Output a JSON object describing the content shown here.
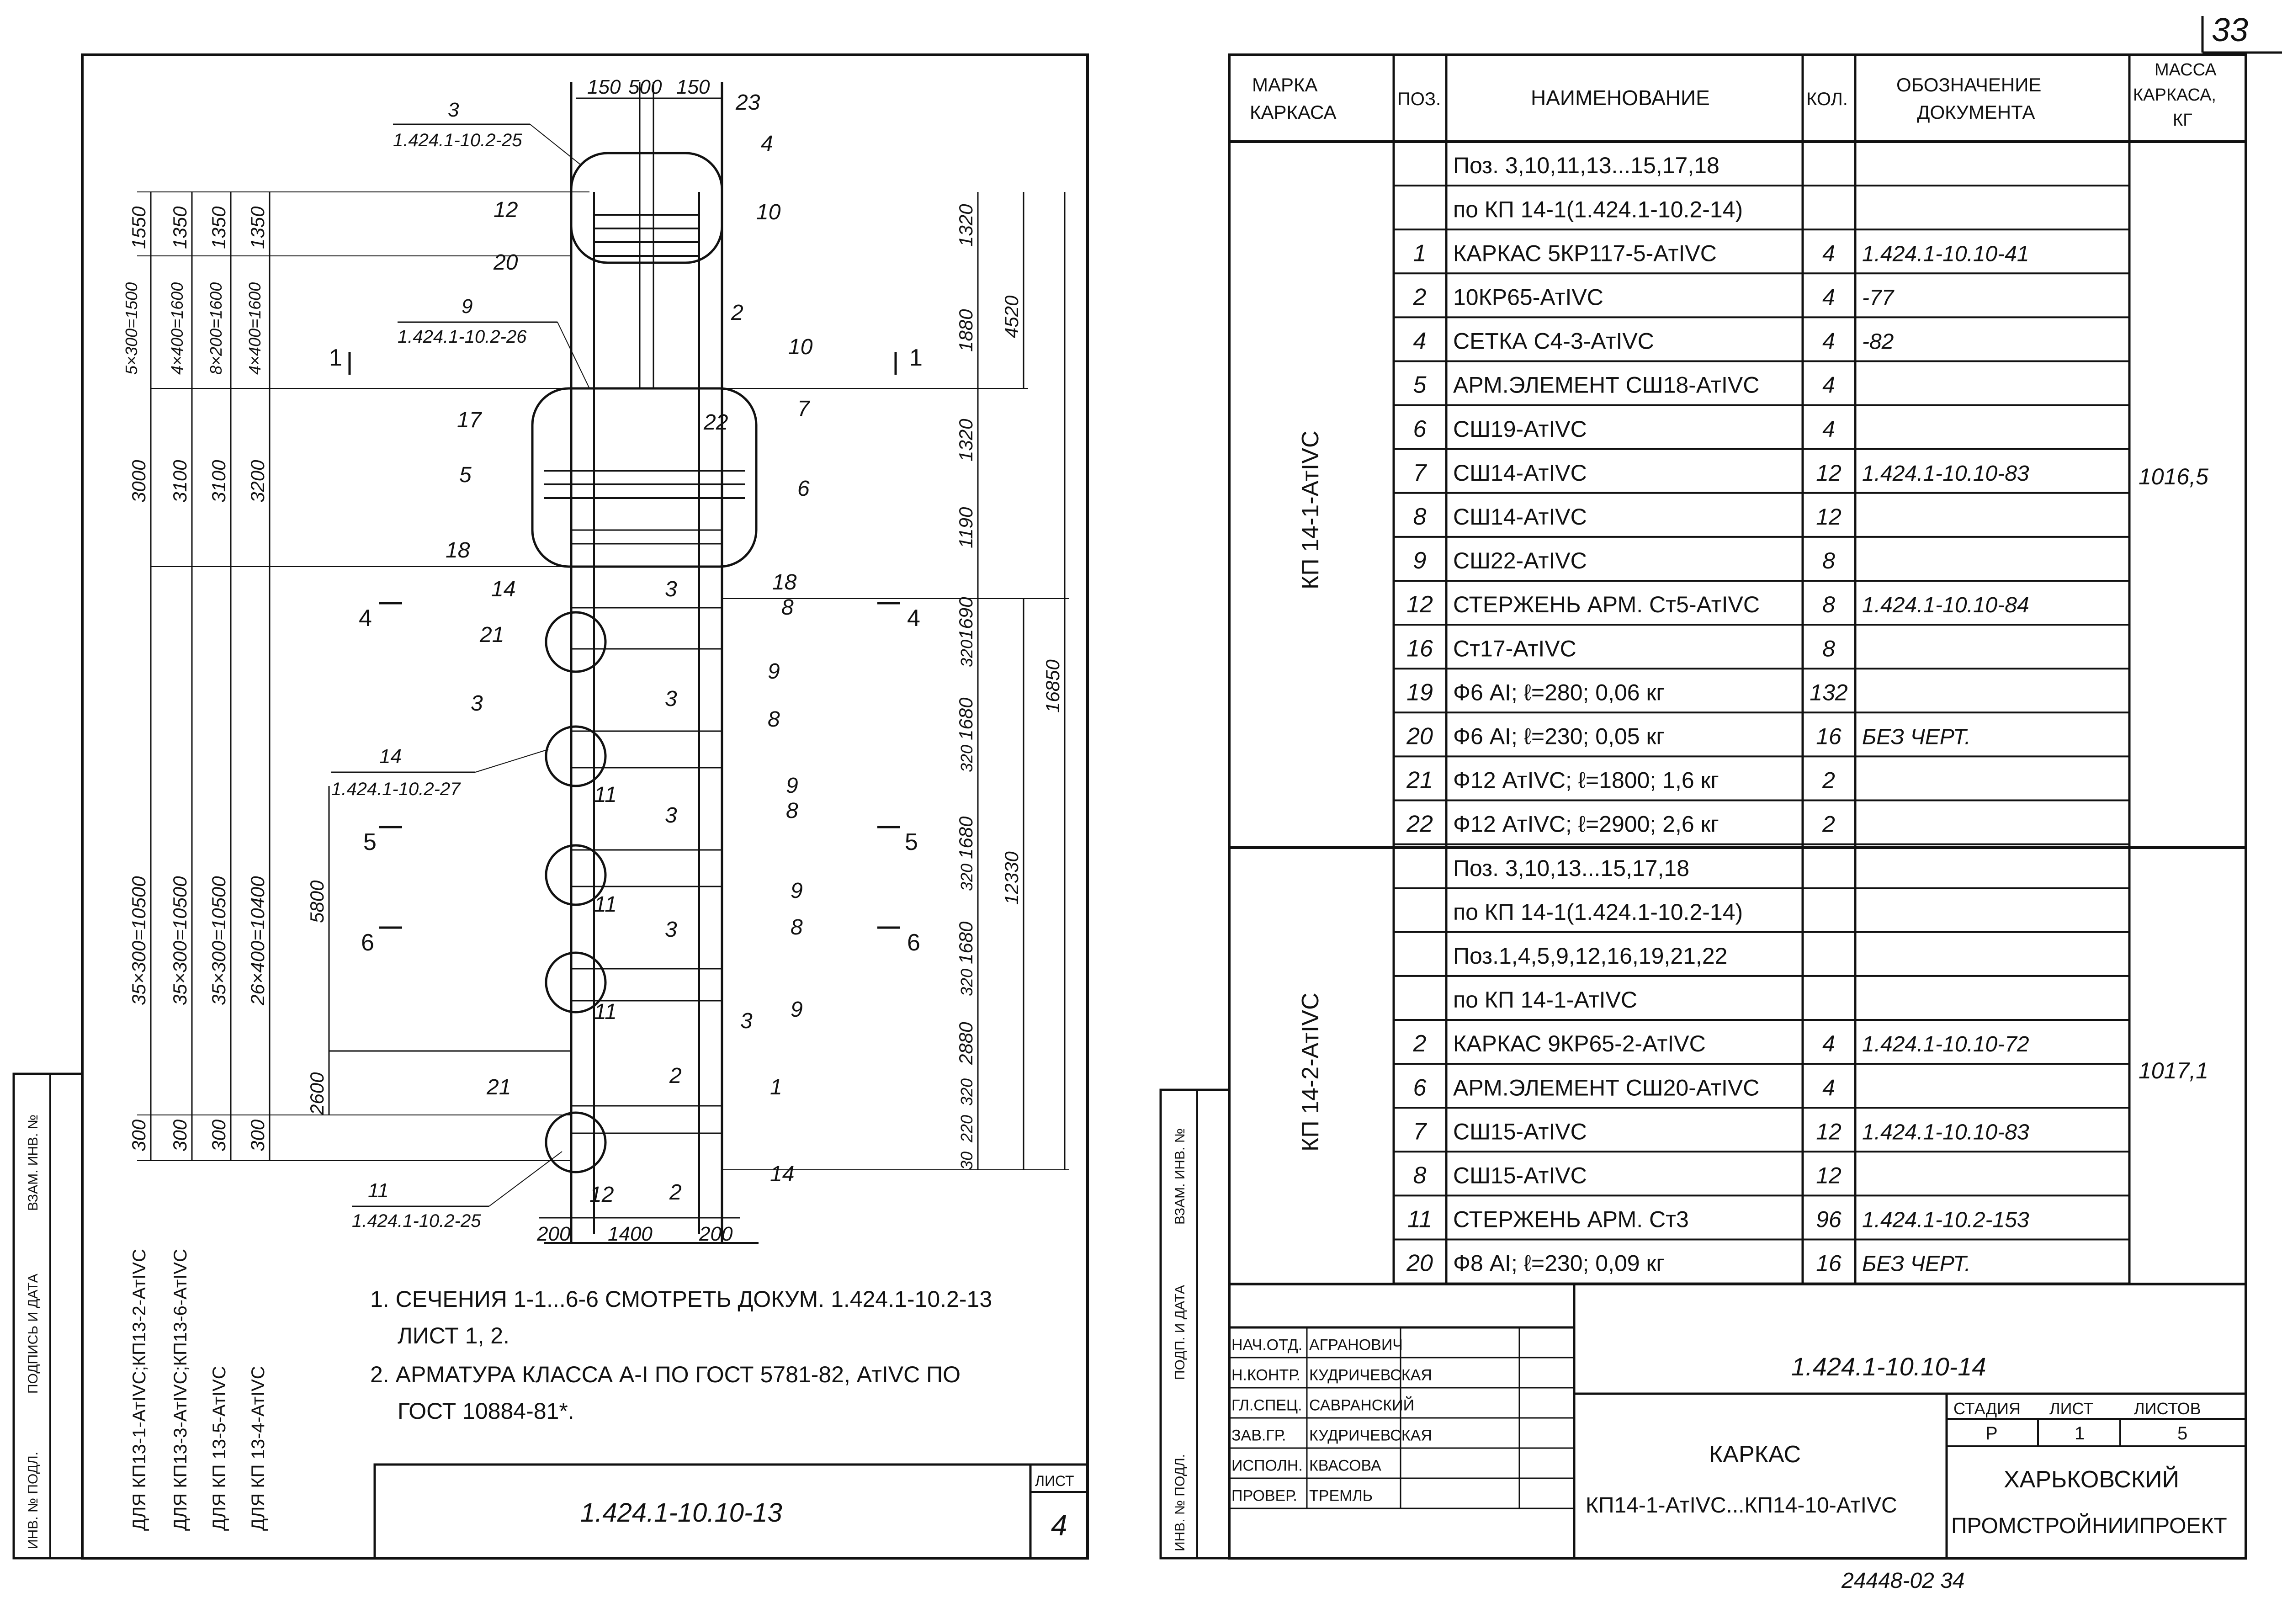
{
  "corner_sheet": "33",
  "left_sheet": {
    "top_dims": [
      "150",
      "500",
      "150"
    ],
    "ref_3": {
      "num": "3",
      "doc": "1.424.1-10.2-25"
    },
    "ref_9": {
      "num": "9",
      "doc": "1.424.1-10.2-26"
    },
    "ref_14": {
      "num": "14",
      "doc": "1.424.1-10.2-27"
    },
    "ref_11": {
      "num": "11",
      "doc": "1.424.1-10.2-25"
    },
    "pos_labels": {
      "p23": "23",
      "p4": "4",
      "p12": "12",
      "p10a": "10",
      "p20": "20",
      "p2": "2",
      "p10b": "10",
      "p17": "17",
      "p22": "22",
      "p7": "7",
      "p5": "5",
      "p6": "6",
      "p18a": "18",
      "p18b": "18",
      "p14a": "14",
      "p21a": "21",
      "p3a": "3",
      "p3b": "3",
      "p8a": "8",
      "p9a": "9",
      "p8b": "8",
      "p11a": "11",
      "p3c": "3",
      "p9b": "9",
      "p8c": "8",
      "p11b": "11",
      "p3d": "3",
      "p9c": "9",
      "p8d": "8",
      "p11c": "11",
      "p3e": "3",
      "p9d": "9",
      "p21b": "21",
      "p2b": "2",
      "p1": "1",
      "p12b": "12",
      "p2c": "2",
      "p14b": "14",
      "p3f": "3"
    },
    "section_marks": [
      "1",
      "1",
      "4",
      "4",
      "5",
      "5",
      "6",
      "6"
    ],
    "right_dims": [
      "1320",
      "1880",
      "1320",
      "1190",
      "1690",
      "320",
      "1680",
      "320",
      "1680",
      "320",
      "1680",
      "320",
      "2880",
      "320",
      "220",
      "30"
    ],
    "right_totals": [
      "4520",
      "16850",
      "12330"
    ],
    "bottom_dims": [
      "200",
      "1400",
      "200"
    ],
    "mid_dims": [
      "5800",
      "2600"
    ],
    "col_dims": {
      "c1": [
        "5×300=1500",
        "3000",
        "35×300=10500",
        "300"
      ],
      "c2": [
        "1350",
        "4×400=1600",
        "3100",
        "35×300=10500",
        "300"
      ],
      "c3": [
        "1350",
        "8×200=1600",
        "3100",
        "35×300=10500",
        "300"
      ],
      "c4": [
        "1350",
        "4×400=1600",
        "3200",
        "26×400=10400",
        "300"
      ],
      "top0": "1550"
    },
    "for_labels": [
      "ДЛЯ КП13-1-АтIVС;КП13-2-АтIVС",
      "ДЛЯ КП13-3-АтIVС;КП13-6-АтIVС",
      "ДЛЯ КП 13-5-АтIVС",
      "ДЛЯ КП 13-4-АтIVС"
    ],
    "notes": [
      "1. СЕЧЕНИЯ 1-1...6-6 СМОТРЕТЬ ДОКУМ. 1.424.1-10.2-13",
      "ЛИСТ 1, 2.",
      "2. АРМАТУРА КЛАССА А-I ПО ГОСТ 5781-82, АтIVС ПО",
      "ГОСТ 10884-81*."
    ],
    "stamp_doc": "1.424.1-10.10-13",
    "sheet_label": "ЛИСТ",
    "sheet_number": "4",
    "side_strip": [
      "ИНВ. № ПОДЛ.",
      "ПОДПИСЬ И ДАТА",
      "ВЗАМ. ИНВ. №"
    ]
  },
  "right_sheet": {
    "headers": [
      "МАРКА КАРКАСА",
      "ПОЗ.",
      "НАИМЕНОВАНИЕ",
      "КОЛ.",
      "ОБОЗНАЧЕНИЕ ДОКУМЕНТА",
      "МАССА КАРКАСА, КГ"
    ],
    "groups": [
      {
        "mark": "КП 14-1-АтIVС",
        "mass": "1016,5"
      },
      {
        "mark": "КП 14-2-АтIVС",
        "mass": "1017,1"
      }
    ],
    "rows": [
      {
        "pos": "",
        "name": "Поз. 3,10,11,13...15,17,18",
        "qty": "",
        "doc": ""
      },
      {
        "pos": "",
        "name": "по КП 14-1(1.424.1-10.2-14)",
        "qty": "",
        "doc": ""
      },
      {
        "pos": "1",
        "name": "КАРКАС    5КР117-5-АтIVС",
        "qty": "4",
        "doc": "1.424.1-10.10-41"
      },
      {
        "pos": "2",
        "name": "10КР65-АтIVС",
        "qty": "4",
        "doc": "-77"
      },
      {
        "pos": "4",
        "name": "СЕТКА     С4-3-АтIVС",
        "qty": "4",
        "doc": "-82"
      },
      {
        "pos": "5",
        "name": "АРМ.ЭЛЕМЕНТ СШ18-АтIVС",
        "qty": "4",
        "doc": ""
      },
      {
        "pos": "6",
        "name": "СШ19-АтIVС",
        "qty": "4",
        "doc": ""
      },
      {
        "pos": "7",
        "name": "СШ14-АтIVС",
        "qty": "12",
        "doc": "1.424.1-10.10-83"
      },
      {
        "pos": "8",
        "name": "СШ14-АтIVС",
        "qty": "12",
        "doc": ""
      },
      {
        "pos": "9",
        "name": "СШ22-АтIVС",
        "qty": "8",
        "doc": ""
      },
      {
        "pos": "12",
        "name": "СТЕРЖЕНЬ АРМ. Ст5-АтIVС",
        "qty": "8",
        "doc": "1.424.1-10.10-84"
      },
      {
        "pos": "16",
        "name": "Ст17-АтIVС",
        "qty": "8",
        "doc": ""
      },
      {
        "pos": "19",
        "name": "Ф6 АI; ℓ=280; 0,06 кг",
        "qty": "132",
        "doc": ""
      },
      {
        "pos": "20",
        "name": "Ф6 АI; ℓ=230; 0,05 кг",
        "qty": "16",
        "doc": "БЕЗ ЧЕРТ."
      },
      {
        "pos": "21",
        "name": "Ф12 АтIVС; ℓ=1800; 1,6 кг",
        "qty": "2",
        "doc": ""
      },
      {
        "pos": "22",
        "name": "Ф12 АтIVС; ℓ=2900; 2,6 кг",
        "qty": "2",
        "doc": ""
      },
      {
        "pos": "",
        "name": "Поз. 3,10,13...15,17,18",
        "qty": "",
        "doc": ""
      },
      {
        "pos": "",
        "name": "по КП 14-1(1.424.1-10.2-14)",
        "qty": "",
        "doc": ""
      },
      {
        "pos": "",
        "name": "Поз.1,4,5,9,12,16,19,21,22",
        "qty": "",
        "doc": ""
      },
      {
        "pos": "",
        "name": "по КП 14-1-АтIVС",
        "qty": "",
        "doc": ""
      },
      {
        "pos": "2",
        "name": "КАРКАС    9КР65-2-АтIVС",
        "qty": "4",
        "doc": "1.424.1-10.10-72"
      },
      {
        "pos": "6",
        "name": "АРМ.ЭЛЕМЕНТ СШ20-АтIVС",
        "qty": "4",
        "doc": ""
      },
      {
        "pos": "7",
        "name": "СШ15-АтIVС",
        "qty": "12",
        "doc": "1.424.1-10.10-83"
      },
      {
        "pos": "8",
        "name": "СШ15-АтIVС",
        "qty": "12",
        "doc": ""
      },
      {
        "pos": "11",
        "name": "СТЕРЖЕНЬ АРМ. Ст3",
        "qty": "96",
        "doc": "1.424.1-10.2-153"
      },
      {
        "pos": "20",
        "name": "Ф8 АI; ℓ=230; 0,09 кг",
        "qty": "16",
        "doc": "БЕЗ ЧЕРТ."
      }
    ],
    "stamp": {
      "roles": [
        "НАЧ.ОТД.",
        "Н.КОНТР.",
        "ГЛ.СПЕЦ.",
        "ЗАВ.ГР.",
        "ИСПОЛН.",
        "ПРОВЕР."
      ],
      "names": [
        "АГРАНОВИЧ",
        "КУДРИЧЕВСКАЯ",
        "САВРАНСКИЙ",
        "КУДРИЧЕВСКАЯ",
        "КВАСОВА",
        "ТРЕМЛЬ"
      ],
      "doc": "1.424.1-10.10-14",
      "title1": "КАРКАС",
      "title2": "КП14-1-АтIVС...КП14-10-АтIVС",
      "stage_label": "СТАДИЯ",
      "sheet_label": "ЛИСТ",
      "sheets_label": "ЛИСТОВ",
      "stage": "Р",
      "sheet": "1",
      "sheets": "5",
      "org1": "ХАРЬКОВСКИЙ",
      "org2": "ПРОМСТРОЙНИИПРОЕКТ"
    },
    "side_strip": [
      "ИНВ. № ПОДЛ.",
      "ПОДП. И ДАТА",
      "ВЗАМ. ИНВ. №"
    ],
    "footer": "24448-02   34"
  }
}
